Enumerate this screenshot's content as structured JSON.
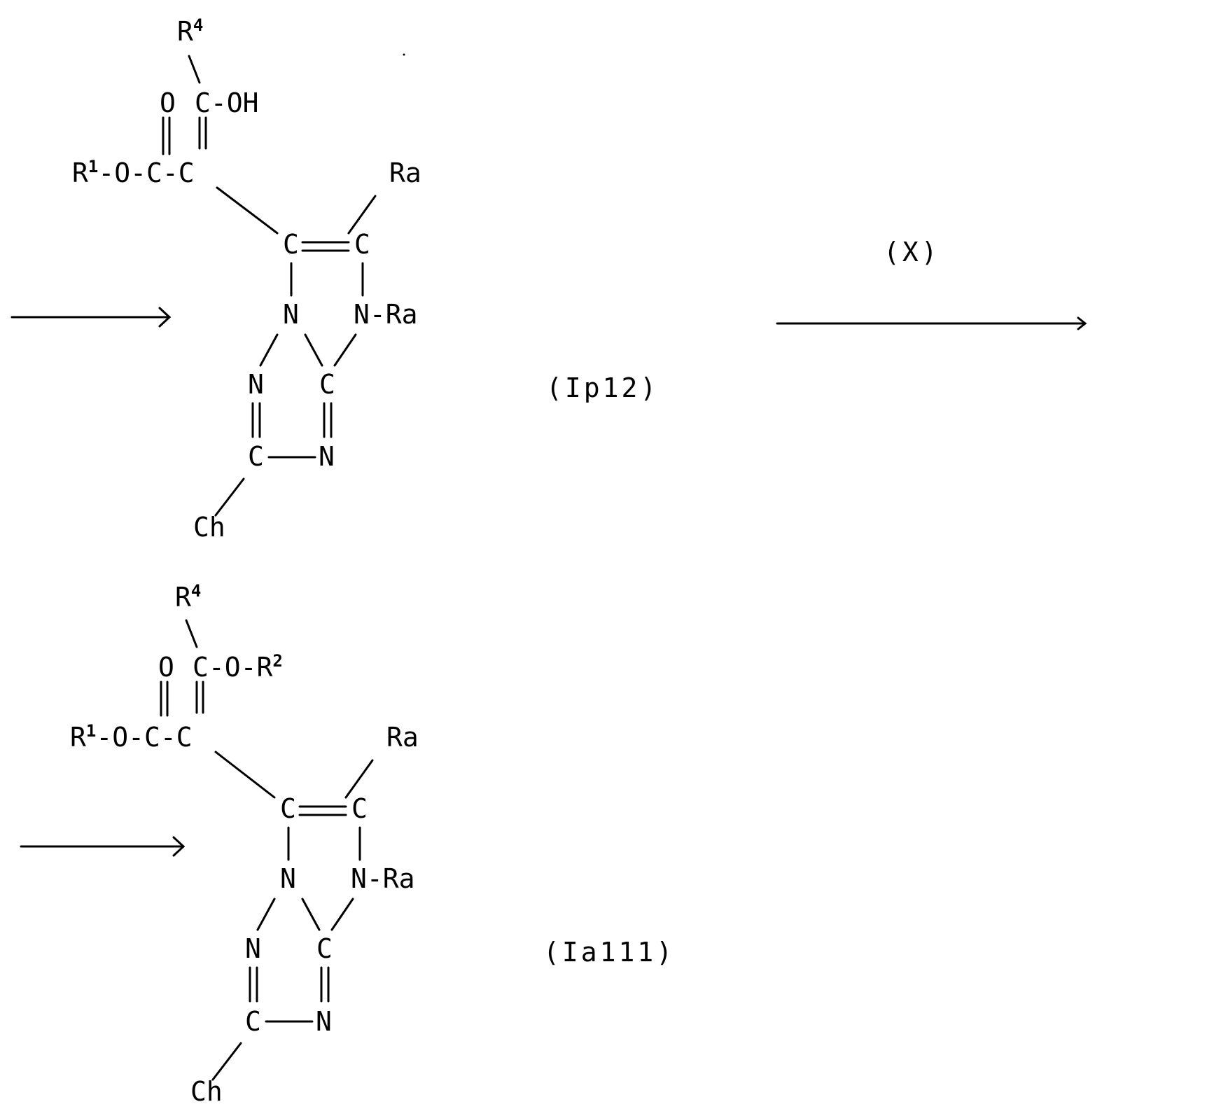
{
  "structures": [
    {
      "id": "Ip12",
      "compound_label": "(Ip12)",
      "upper_substituent": "C-OH",
      "atoms": {
        "r4": "R",
        "r4_sup": "4",
        "o": "O",
        "c_sub": "C-OH",
        "r1": "R",
        "r1_sup": "1",
        "ester": "-O-C-C",
        "ra_top": "Ra",
        "c_left": "C",
        "c_right": "C",
        "n_center": "N",
        "n_ra": "N-Ra",
        "n_left": "N",
        "c_ring": "C",
        "c_bottom": "C",
        "n_bottom": "N",
        "ch": "Ch"
      }
    },
    {
      "id": "Ia111",
      "compound_label": "(Ia111)",
      "upper_substituent": "C-O-R",
      "atoms": {
        "r4": "R",
        "r4_sup": "4",
        "o": "O",
        "c_sub": "C-O-R",
        "c_sub_sup": "2",
        "r1": "R",
        "r1_sup": "1",
        "ester": "-O-C-C",
        "ra_top": "Ra",
        "c_left": "C",
        "c_right": "C",
        "n_center": "N",
        "n_ra": "N-Ra",
        "n_left": "N",
        "c_ring": "C",
        "c_bottom": "C",
        "n_bottom": "N",
        "ch": "Ch"
      }
    }
  ],
  "reagent_label": "(X)"
}
